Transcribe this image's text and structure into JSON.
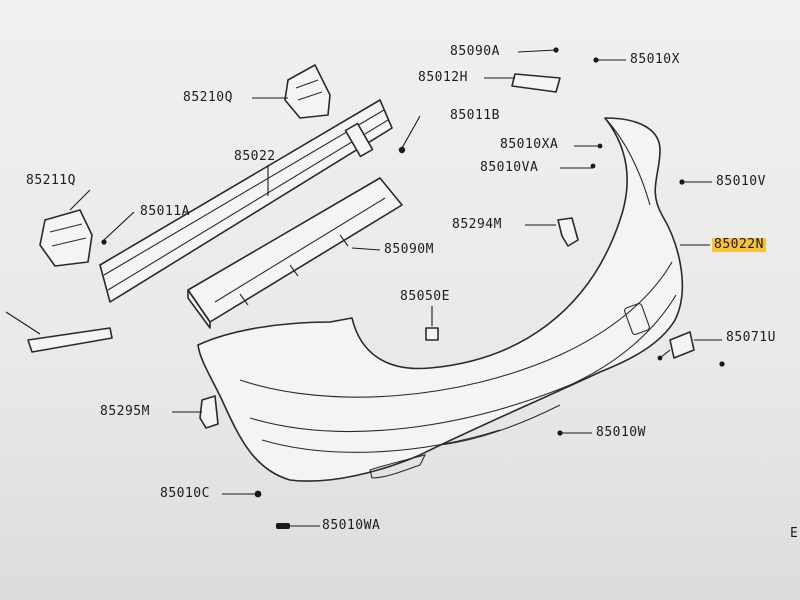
{
  "diagram": {
    "part_labels": {
      "p85090A": "85090A",
      "p85010X": "85010X",
      "p85012H": "85012H",
      "p85210Q": "85210Q",
      "p85011B": "85011B",
      "p85010XA": "85010XA",
      "p85022": "85022",
      "p85010VA": "85010VA",
      "p85211Q": "85211Q",
      "p85010V": "85010V",
      "p85011A": "85011A",
      "p85294M": "85294M",
      "p85022N": "85022N",
      "p85090M": "85090M",
      "p85050E": "85050E",
      "p85071U": "85071U",
      "p85295M": "85295M",
      "p85010W": "85010W",
      "p85010C": "85010C",
      "p85010WA": "85010WA"
    },
    "highlighted_part": "85022N",
    "highlight_color": "#f7c13a",
    "edge_letter": "E"
  }
}
